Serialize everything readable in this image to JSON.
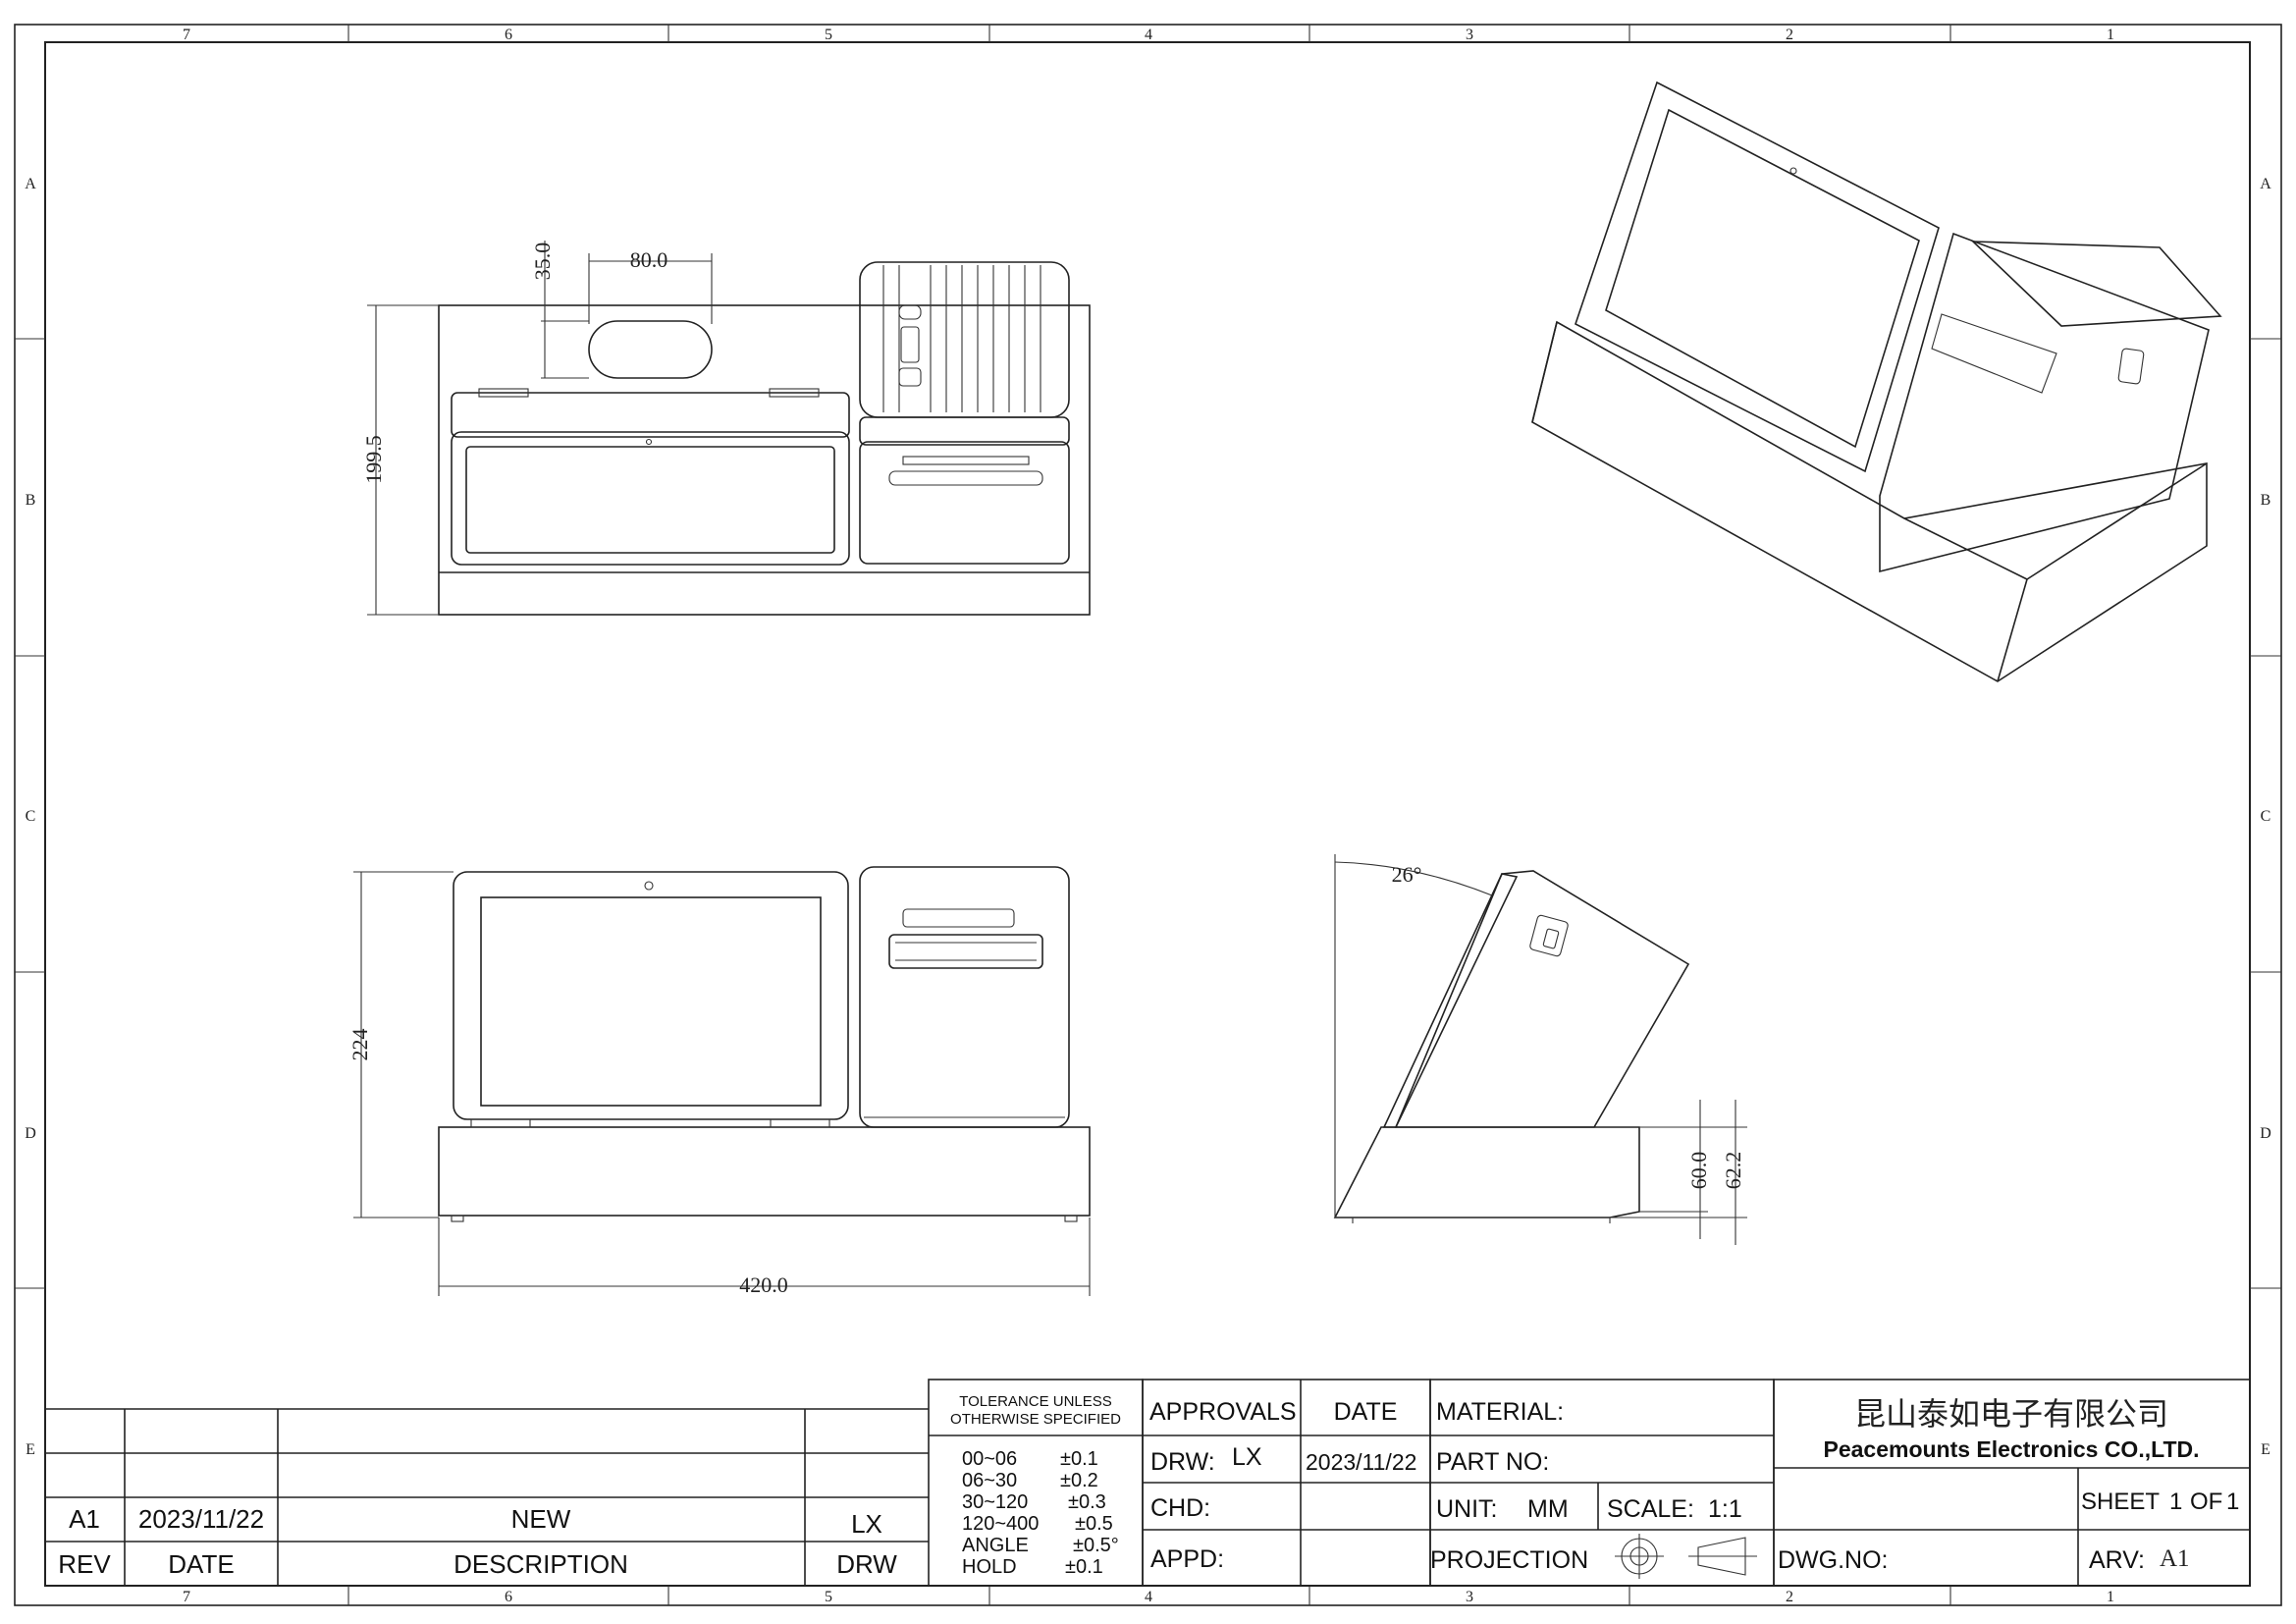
{
  "border": {
    "col_labels": [
      "7",
      "6",
      "5",
      "4",
      "3",
      "2",
      "1"
    ],
    "row_labels": [
      "A",
      "B",
      "C",
      "D",
      "E"
    ]
  },
  "dimensions": {
    "top_view": {
      "slot_width": "80.0",
      "slot_height": "35.0",
      "depth": "199.5"
    },
    "front_view": {
      "height": "224",
      "width": "420.0"
    },
    "side_view": {
      "angle": "26°",
      "base_height": "60.0",
      "base_total": "62.2"
    }
  },
  "revision_table": {
    "row": {
      "rev": "A1",
      "date": "2023/11/22",
      "description": "NEW",
      "drw": "LX"
    },
    "headers": {
      "rev": "REV",
      "date": "DATE",
      "description": "DESCRIPTION",
      "drw": "DRW"
    }
  },
  "tolerance": {
    "title_line1": "TOLERANCE UNLESS",
    "title_line2": "OTHERWISE SPECIFIED",
    "rows": [
      {
        "range": "00~06",
        "value": "±0.1"
      },
      {
        "range": "06~30",
        "value": "±0.2"
      },
      {
        "range": "30~120",
        "value": "±0.3"
      },
      {
        "range": "120~400",
        "value": "±0.5"
      },
      {
        "range": "ANGLE",
        "value": "±0.5°"
      },
      {
        "range": "HOLD",
        "value": "±0.1"
      }
    ]
  },
  "approvals": {
    "header": "APPROVALS",
    "date_header": "DATE",
    "drw_label": "DRW:",
    "drw_value": "LX",
    "drw_date": "2023/11/22",
    "chd_label": "CHD:",
    "appd_label": "APPD:"
  },
  "title_block": {
    "material_label": "MATERIAL:",
    "part_no_label": "PART  NO:",
    "unit_label": "UNIT:",
    "unit_value": "MM",
    "scale_label": "SCALE:",
    "scale_value": "1:1",
    "projection_label": "PROJECTION",
    "company_cn": "昆山泰如电子有限公司",
    "company_en": "Peacemounts Electronics CO.,LTD.",
    "sheet_label": "SHEET",
    "sheet_num": "1",
    "sheet_of": "OF",
    "sheet_total": "1",
    "dwg_no_label": "DWG.NO:",
    "arv_label": "ARV:",
    "arv_value": "A1"
  }
}
